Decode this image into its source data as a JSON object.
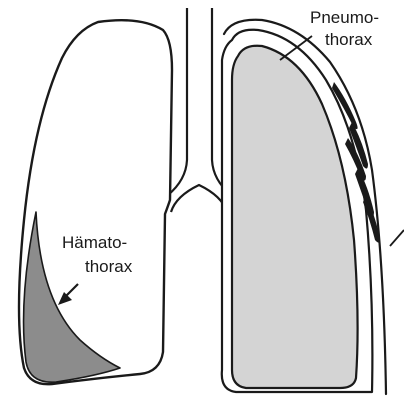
{
  "labels": {
    "pneumothorax_line1": "Pneumo-",
    "pneumothorax_line2": "thorax",
    "hemothorax_line1": "Hämato-",
    "hemothorax_line2": "thorax"
  },
  "colors": {
    "outline": "#1a1a1a",
    "collapsed_lung_fill": "#d4d4d4",
    "blood_fill": "#8c8c8c",
    "background": "#ffffff"
  },
  "icons": {
    "arrow": "arrow-down-left-icon"
  }
}
